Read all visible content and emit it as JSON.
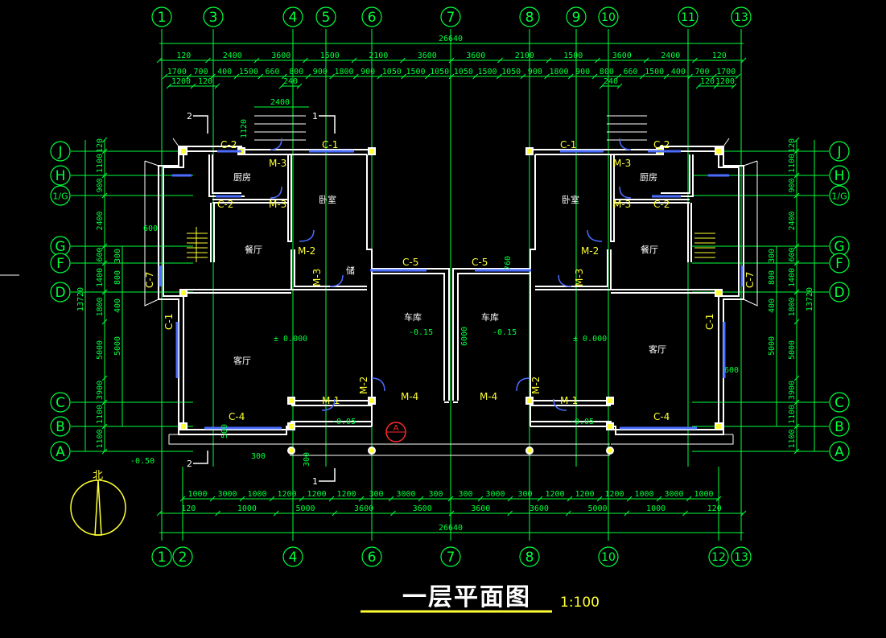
{
  "title": "一层平面图",
  "scale": "1:100",
  "north_label": "北",
  "axes_x": [
    "1",
    "3",
    "4",
    "5",
    "6",
    "7",
    "8",
    "9",
    "10",
    "11",
    "13"
  ],
  "axes_x_bottom": [
    "1",
    "2",
    "4",
    "6",
    "7",
    "8",
    "10",
    "12",
    "13"
  ],
  "axes_y": [
    "J",
    "H",
    "1/G",
    "G",
    "F",
    "D",
    "C",
    "B",
    "A"
  ],
  "dims_top_total": "26640",
  "dims_bottom_total": "26640",
  "dims_top_row1": [
    "120",
    "2400",
    "3600",
    "1500",
    "2100",
    "3600",
    "3600",
    "2100",
    "1500",
    "3600",
    "2400",
    "120"
  ],
  "dims_top_row2": [
    "1700",
    "700",
    "400",
    "1500",
    "660",
    "800",
    "900",
    "1800",
    "900",
    "1050",
    "1500",
    "1050",
    "1050",
    "1500",
    "1050",
    "900",
    "1800",
    "900",
    "800",
    "660",
    "1500",
    "400",
    "700",
    "1700"
  ],
  "dims_top_row3": [
    "1200",
    "120",
    "240",
    "240",
    "120",
    "1200"
  ],
  "dims_bottom_row1": [
    "1000",
    "3000",
    "1000",
    "1200",
    "1200",
    "1200",
    "300",
    "3000",
    "300",
    "300",
    "3000",
    "300",
    "1200",
    "1200",
    "1200",
    "1000",
    "3000",
    "1000"
  ],
  "dims_bottom_row2": [
    "120",
    "1000",
    "5000",
    "3600",
    "3600",
    "3600",
    "3600",
    "5000",
    "1000",
    "120"
  ],
  "dims_side_total": "13720",
  "dims_side_left": [
    "120",
    "1100",
    "900",
    "2400",
    "600",
    "1400",
    "1800",
    "5000",
    "3900",
    "1100",
    "1100"
  ],
  "dims_side_inner": [
    "300",
    "800",
    "400",
    "5000"
  ],
  "rooms": {
    "kitchen": "厨房",
    "bedroom": "卧室",
    "dining": "餐厅",
    "living": "客厅",
    "garage": "车库",
    "store": "储"
  },
  "levels": {
    "floor": "± 0.000",
    "garage": "-0.15",
    "porch": "-0.05",
    "ground": "-0.50",
    "steps": "300"
  },
  "tags": {
    "c1": "C-1",
    "c2": "C-2",
    "c4": "C-4",
    "c5": "C-5",
    "c7": "C-7",
    "m1": "M-1",
    "m2": "M-2",
    "m3": "M-3",
    "m4": "M-4"
  },
  "section_marks": [
    "1",
    "2"
  ],
  "misc": {
    "d_2400": "2400",
    "d_600": "600",
    "d_6000": "6000",
    "d_500": "500",
    "d_300": "300",
    "d_1120": "1120",
    "d_760": "760",
    "marker": "A"
  }
}
